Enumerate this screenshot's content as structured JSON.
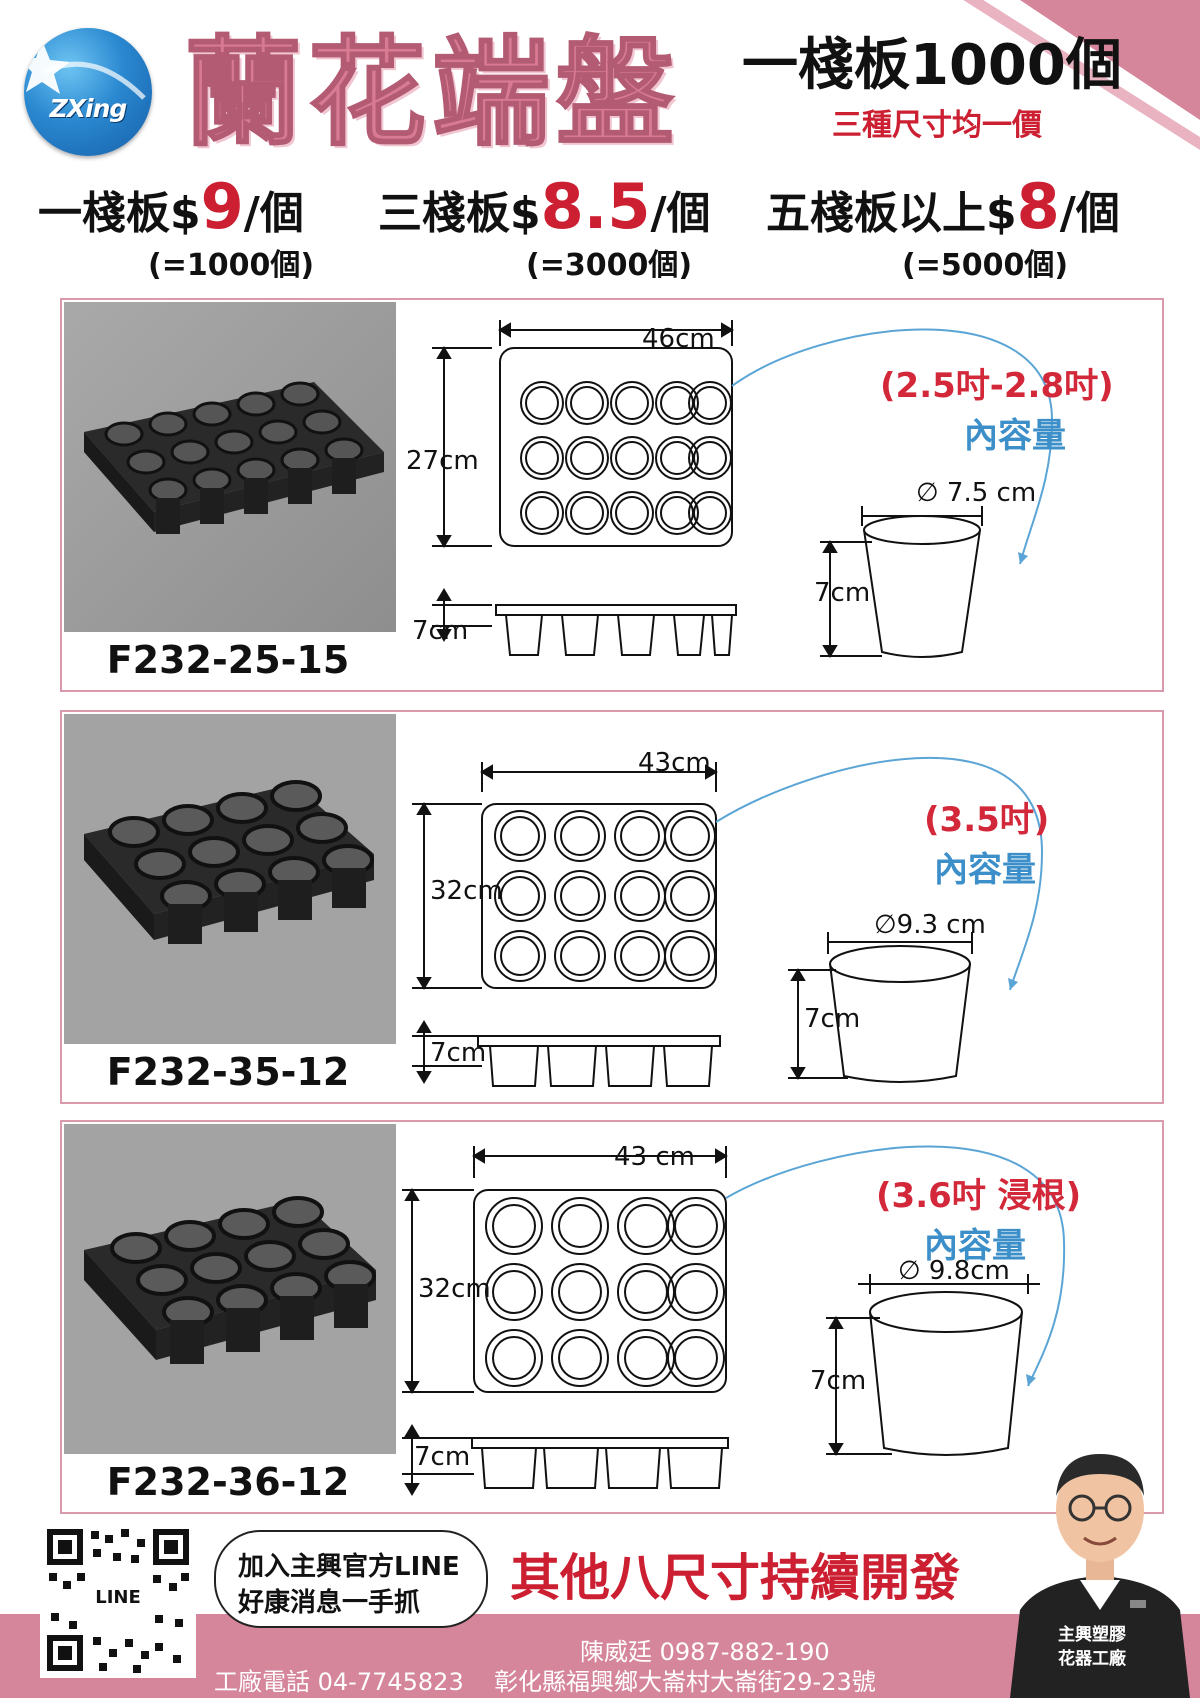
{
  "brand": {
    "logo_text": "ZXing"
  },
  "header": {
    "title": "蘭花端盤",
    "pallet": "一棧板1000個",
    "same_price": "三種尺寸均一價"
  },
  "pricing": [
    {
      "prefix": "一棧板$",
      "price": "9",
      "suffix": "/個",
      "qty": "(=1000個)"
    },
    {
      "prefix": "三棧板$",
      "price": "8.5",
      "suffix": "/個",
      "qty": "(=3000個)"
    },
    {
      "prefix": "五棧板以上$",
      "price": "8",
      "suffix": "/個",
      "qty": "(=5000個)"
    }
  ],
  "products": [
    {
      "model": "F232-25-15",
      "length": "46cm",
      "width": "27cm",
      "height": "7cm",
      "pot_diameter": "∅ 7.5 cm",
      "pot_height": "7cm",
      "size": "(2.5吋-2.8吋)",
      "capacity_label": "內容量",
      "rows": 3,
      "cols": 5
    },
    {
      "model": "F232-35-12",
      "length": "43cm",
      "width": "32cm",
      "height": "7cm",
      "pot_diameter": "∅9.3 cm",
      "pot_height": "7cm",
      "size": "(3.5吋)",
      "capacity_label": "內容量",
      "rows": 3,
      "cols": 4
    },
    {
      "model": "F232-36-12",
      "length": "43 cm",
      "width": "32cm",
      "height": "7cm",
      "pot_diameter": "∅ 9.8cm",
      "pot_height": "7cm",
      "size": "(3.6吋 浸根)",
      "capacity_label": "內容量",
      "rows": 3,
      "cols": 4
    }
  ],
  "footer": {
    "qr_label": "LINE",
    "line_promo_1": "加入主興官方LINE",
    "line_promo_2": "好康消息一手抓",
    "develop": "其他八尺寸持續開發",
    "contact": "陳威廷 0987-882-190",
    "factory_phone": "工廠電話 04-7745823",
    "address": "彰化縣福興鄉大崙村大崙街29-23號",
    "mascot_line_1": "主興塑膠",
    "mascot_line_2": "花器工廠"
  },
  "colors": {
    "pink": "#d6869b",
    "red": "#cc2032",
    "blue": "#3d8fc9"
  }
}
